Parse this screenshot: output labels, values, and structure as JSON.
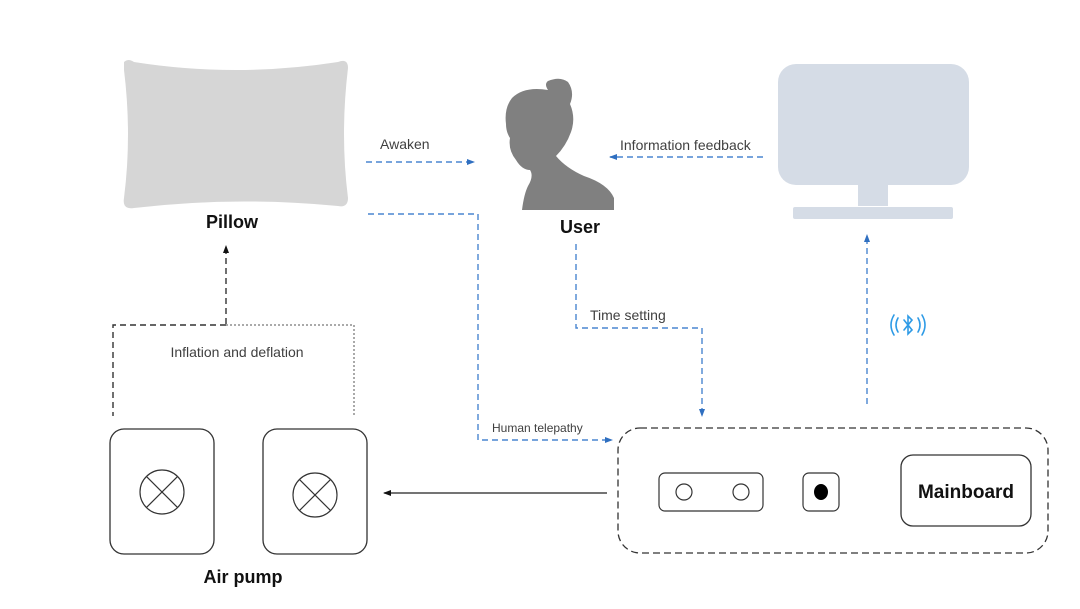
{
  "nodes": {
    "pillow": {
      "label": "Pillow"
    },
    "user": {
      "label": "User"
    },
    "monitor": {
      "label": ""
    },
    "air_pump": {
      "label": "Air pump"
    },
    "mainboard": {
      "label": "Mainboard"
    }
  },
  "edges": {
    "awaken": {
      "label": "Awaken"
    },
    "information_feedback": {
      "label": "Information feedback"
    },
    "time_setting": {
      "label": "Time setting"
    },
    "human_telepathy": {
      "label": "Human telepathy"
    },
    "inflation_deflation": {
      "label": "Inflation and deflation"
    },
    "bluetooth": {
      "icon": "bluetooth-signal-icon"
    }
  },
  "colors": {
    "flow_blue": "#4a86d0",
    "bluetooth_blue": "#2f9be6",
    "pillow_gray": "#d6d6d6",
    "user_gray": "#808080",
    "monitor_gray": "#d5dce6",
    "outline_dark": "#333333"
  }
}
